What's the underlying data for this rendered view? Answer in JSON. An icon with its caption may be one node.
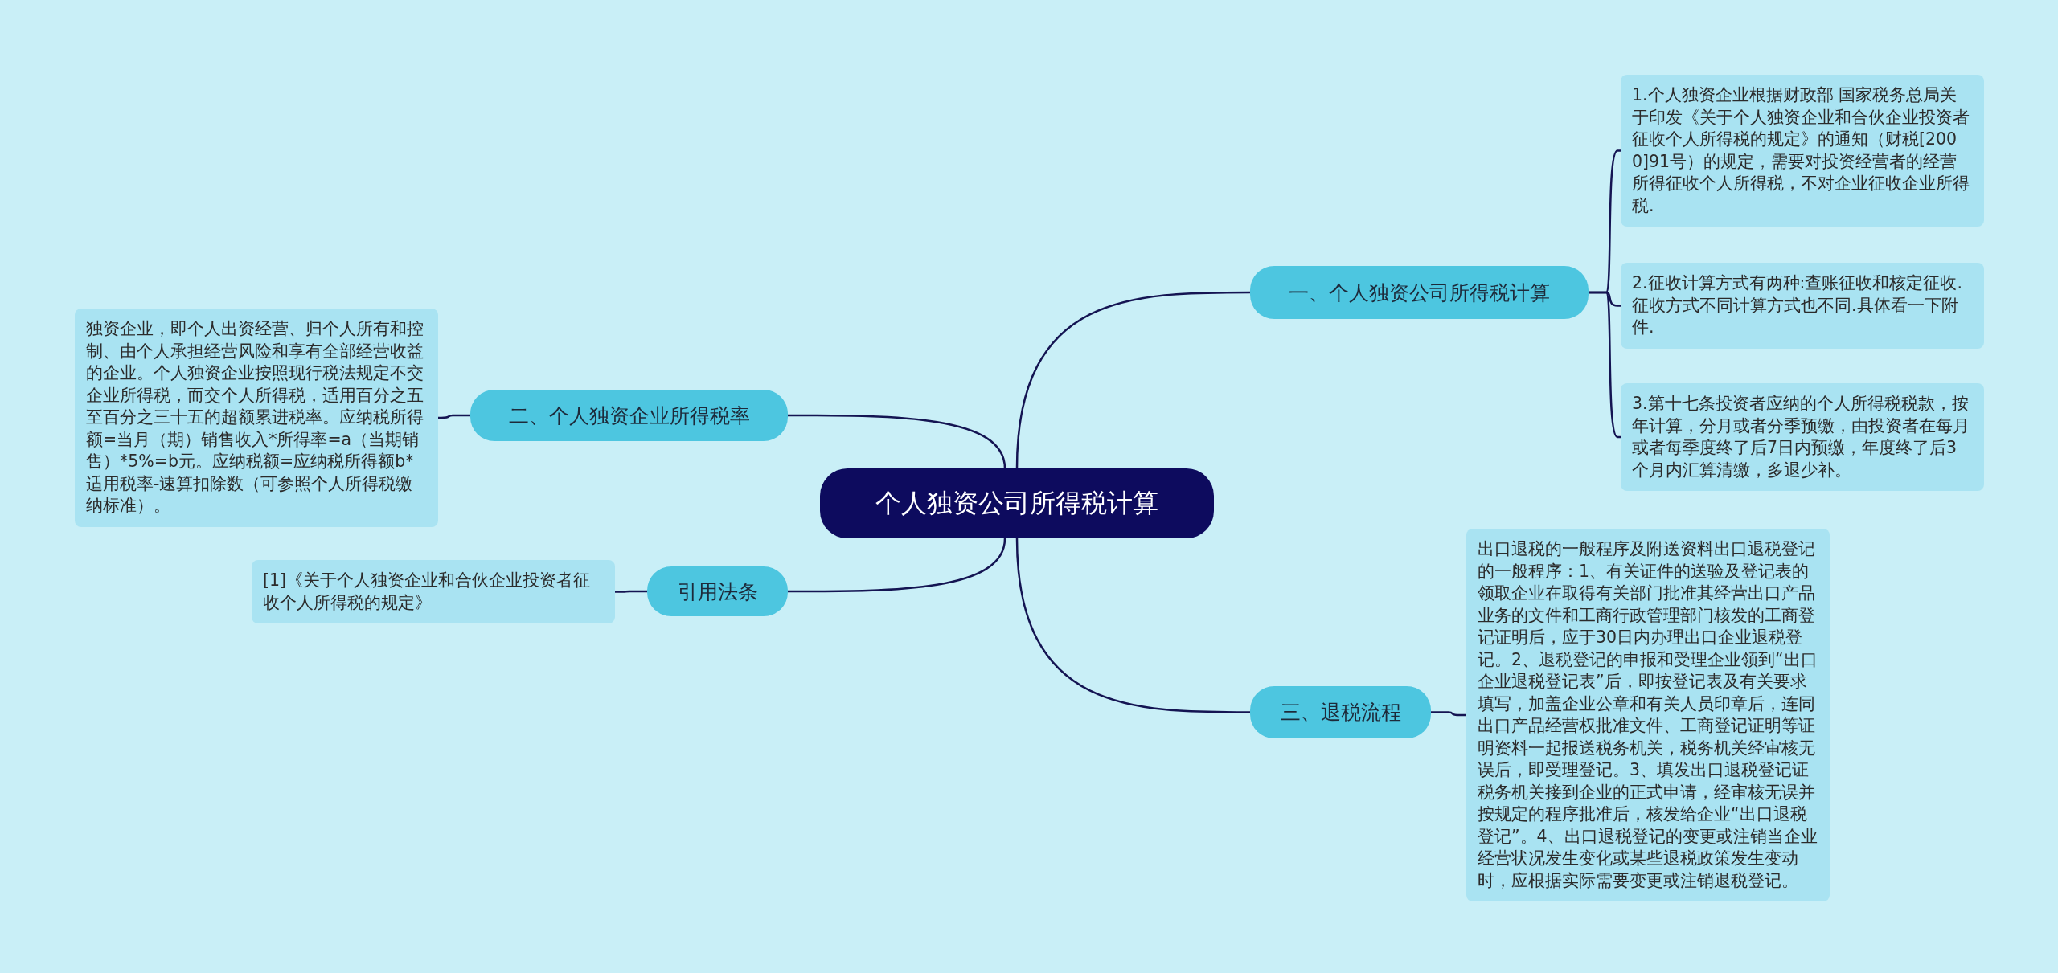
{
  "diagram": {
    "nodes": [
      {
        "text": [
          "个人独资公司所得税计算"
        ]
      },
      {
        "text": [
          "一、个人独资公司所得税计算"
        ]
      },
      {
        "text": [
          "1.个人独资企业根据财政部 国家税务总局关于印发《关于个人独资企业和合伙企业投资者征收个人所得税的规定》的通知（财税[2000]91号）的规定，需要对投资经营者的经营所得征收个人所得税，不对企业征收企业所得税."
        ]
      },
      {
        "text": [
          "2.征收计算方式有两种:查账征收和核定征收.征收方式不同计算方式也不同.具体看一下附件."
        ]
      },
      {
        "text": [
          "3.第十七条投资者应纳的个人所得税税款，按年计算，分月或者分季预缴，由投资者在每月或者每季度终了后7日内预缴，年度终了后3个月内汇算清缴，多退少补。"
        ]
      },
      {
        "text": [
          "二、个人独资企业所得税率"
        ]
      },
      {
        "text": [
          "独资企业，即个人出资经营、归个人所有和控制、由个人承担经营风险和享有全部经营收益的企业。个人独资企业按照现行税法规定不交企业所得税，而交个人所得税，适用百分之五至百分之三十五的超额累进税率。应纳税所得额=当月（期）销售收入*所得率=a（当期销售）*5%=b元。应纳税额=应纳税所得额b*适用税率-速算扣除数（可参照个人所得税缴纳标准）。"
        ]
      },
      {
        "text": [
          "引用法条"
        ]
      },
      {
        "text": [
          "[1]《关于个人独资企业和合伙企业投资者征收个人所得税的规定》"
        ]
      },
      {
        "text": [
          "三、退税流程"
        ]
      },
      {
        "text": [
          "出口退税的一般程序及附送资料出口退税登记的一般程序：1、有关证件的送验及登记表的领取企业在取得有关部门批准其经营出口产品业务的文件和工商行政管理部门核发的工商登记证明后，应于30日内办理出口企业退税登记。2、退税登记的申报和受理企业领到“出口企业退税登记表”后，即按登记表及有关要求填写，加盖企业公章和有关人员印章后，连同出口产品经营权批准文件、工商登记证明等证明资料一起报送税务机关，税务机关经审核无误后，即受理登记。3、填发出口退税登记证税务机关接到企业的正式申请，经审核无误并按规定的程序批准后，核发给企业“出口退税登记”。4、出口退税登记的变更或注销当企业经营状况发生变化或某些退税政策发生变动时，应根据实际需要变更或注销退税登记。"
        ]
      }
    ],
    "edges": [
      {
        "from": 0,
        "to": 1,
        "arrow": "none"
      },
      {
        "from": 1,
        "to": 2,
        "arrow": "none"
      },
      {
        "from": 1,
        "to": 3,
        "arrow": "none"
      },
      {
        "from": 1,
        "to": 4,
        "arrow": "none"
      },
      {
        "from": 0,
        "to": 5,
        "arrow": "none"
      },
      {
        "from": 5,
        "to": 6,
        "arrow": "none"
      },
      {
        "from": 0,
        "to": 7,
        "arrow": "none"
      },
      {
        "from": 7,
        "to": 8,
        "arrow": "none"
      },
      {
        "from": 0,
        "to": 9,
        "arrow": "none"
      },
      {
        "from": 9,
        "to": 10,
        "arrow": "none"
      }
    ]
  }
}
